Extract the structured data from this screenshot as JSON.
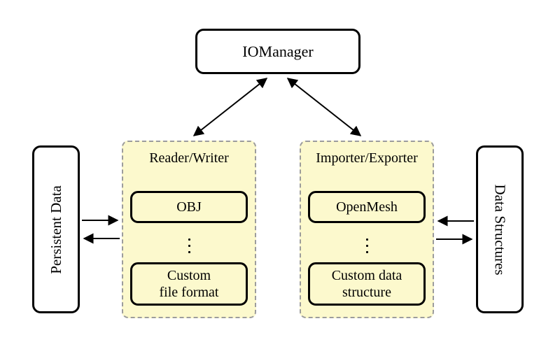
{
  "diagram": {
    "nodes": {
      "iomanager": {
        "label": "IOManager"
      },
      "persistent_data": {
        "label": "Persistent Data"
      },
      "data_structures": {
        "label": "Data Structures"
      },
      "reader_writer": {
        "title": "Reader/Writer",
        "item_top": "OBJ",
        "item_bottom_line1": "Custom",
        "item_bottom_line2": "file format"
      },
      "importer_exporter": {
        "title": "Importer/Exporter",
        "item_top": "OpenMesh",
        "item_bottom_line1": "Custom data",
        "item_bottom_line2": "structure"
      }
    },
    "edges": [
      {
        "from": "IOManager",
        "to": "Reader/Writer",
        "direction": "bidirectional"
      },
      {
        "from": "IOManager",
        "to": "Importer/Exporter",
        "direction": "bidirectional"
      },
      {
        "from": "Persistent Data",
        "to": "Reader/Writer",
        "direction": "one-way"
      },
      {
        "from": "Reader/Writer",
        "to": "Persistent Data",
        "direction": "one-way"
      },
      {
        "from": "Data Structures",
        "to": "Importer/Exporter",
        "direction": "one-way"
      },
      {
        "from": "Importer/Exporter",
        "to": "Data Structures",
        "direction": "one-way"
      }
    ],
    "colors": {
      "background": "#FFFFFF",
      "panel_fill": "#FCF9CD",
      "panel_border": "#9C9C9C",
      "node_fill": "#FFFFFF",
      "node_border": "#000000",
      "arrow": "#000000"
    }
  }
}
